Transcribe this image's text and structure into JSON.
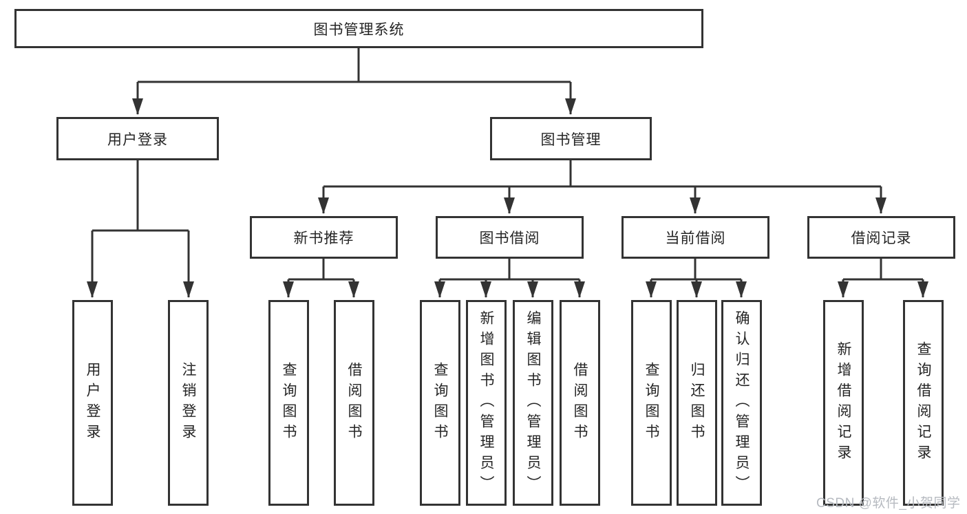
{
  "tree": {
    "label": "图书管理系统",
    "children": [
      {
        "label": "用户登录",
        "children": [
          {
            "label": "用户登录"
          },
          {
            "label": "注销登录"
          }
        ]
      },
      {
        "label": "图书管理",
        "children": [
          {
            "label": "新书推荐",
            "children": [
              {
                "label": "查询图书"
              },
              {
                "label": "借阅图书"
              }
            ]
          },
          {
            "label": "图书借阅",
            "children": [
              {
                "label": "查询图书"
              },
              {
                "label": "新增图书（管理员）"
              },
              {
                "label": "编辑图书（管理员）"
              },
              {
                "label": "借阅图书"
              }
            ]
          },
          {
            "label": "当前借阅",
            "children": [
              {
                "label": "查询图书"
              },
              {
                "label": "归还图书"
              },
              {
                "label": "确认归还（管理员）"
              }
            ]
          },
          {
            "label": "借阅记录",
            "children": [
              {
                "label": "新增借阅记录"
              },
              {
                "label": "查询借阅记录"
              }
            ]
          }
        ]
      }
    ]
  },
  "watermark": {
    "text": "CSDN @软件_小贺同学"
  },
  "colors": {
    "line": "#333333",
    "box_border": "#333333",
    "box_background": "#ffffff",
    "text": "#252525",
    "watermark": "#b6bac0"
  }
}
